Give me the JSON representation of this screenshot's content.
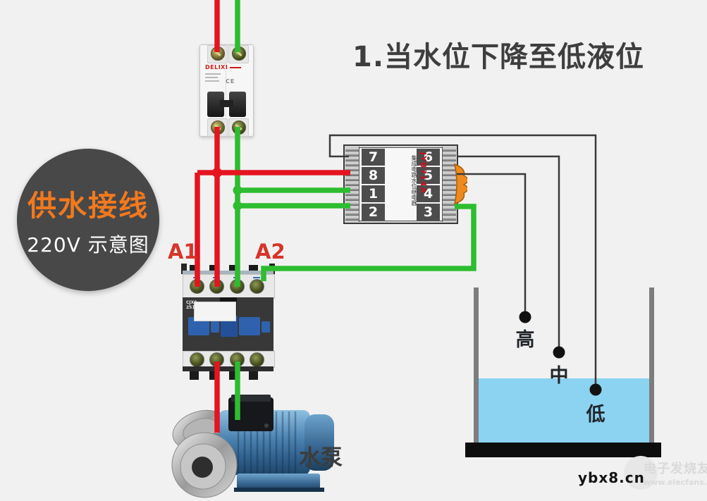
{
  "title": "1.当水位下降至低液位",
  "badge": {
    "line1": "供水接线",
    "line2": "220V 示意图"
  },
  "breaker": {
    "brand": "DELIXI",
    "ce_mark": "CE"
  },
  "relay": {
    "model": "JYB714A",
    "name": "集成电路水位继电器",
    "left_terminals": [
      "7",
      "8",
      "1",
      "2"
    ],
    "right_terminals": [
      "6",
      "5",
      "4",
      "3"
    ]
  },
  "contactor": {
    "label_a1": "A1",
    "label_a2": "A2",
    "model_line1": "CJX2",
    "model_line2": "2510"
  },
  "pump": {
    "label": "水泵"
  },
  "tank": {
    "probe_high": "高",
    "probe_mid": "中",
    "probe_low": "低"
  },
  "watermark": {
    "site": "ybx8.cn",
    "brand": "电子发烧友",
    "url": "www.elecfans.com"
  },
  "colors": {
    "wire_live": "#e41420",
    "wire_neutral": "#2dbd2f",
    "wire_probe": "#3a3a3a",
    "water": "#8cd3f2",
    "badge_accent": "#f2791e"
  }
}
